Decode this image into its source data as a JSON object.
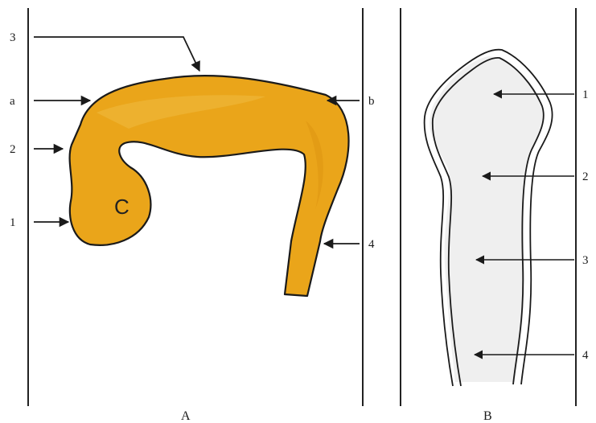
{
  "panel_a": {
    "caption": "A",
    "labels": {
      "top3": "3",
      "a": "a",
      "b": "b",
      "left2": "2",
      "left1": "1",
      "right4": "4"
    },
    "inner_mark": "C",
    "tube_color": "#eaa51a"
  },
  "panel_b": {
    "caption": "B",
    "labels": {
      "r1": "1",
      "r2": "2",
      "r3": "3",
      "r4": "4"
    },
    "fill_color": "#efefef"
  }
}
